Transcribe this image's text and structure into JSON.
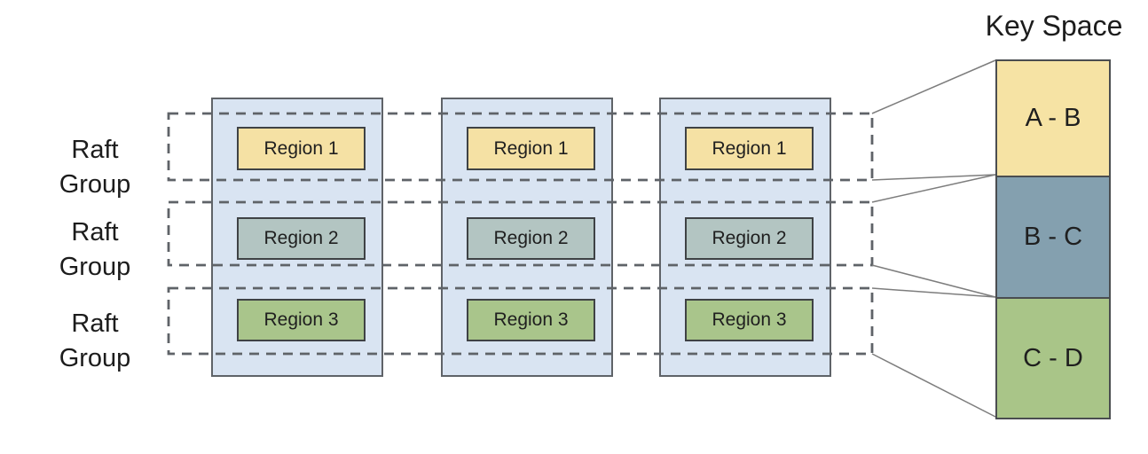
{
  "key_space": {
    "title": "Key Space",
    "segments": [
      {
        "label": "A - B",
        "color": "#F6E3A4"
      },
      {
        "label": "B - C",
        "color": "#84A0AF"
      },
      {
        "label": "C - D",
        "color": "#A9C588"
      }
    ]
  },
  "raft_groups": [
    {
      "label": "Raft Group"
    },
    {
      "label": "Raft Group"
    },
    {
      "label": "Raft Group"
    }
  ],
  "regions": [
    {
      "label": "Region 1",
      "color": "#F5E1A4"
    },
    {
      "label": "Region 2",
      "color": "#B3C5C2"
    },
    {
      "label": "Region 3",
      "color": "#A9C58B"
    }
  ],
  "colors": {
    "node_fill": "#D9E4F2",
    "dashed_outline": "#5f6368",
    "connector_line": "#7d7d7d"
  }
}
